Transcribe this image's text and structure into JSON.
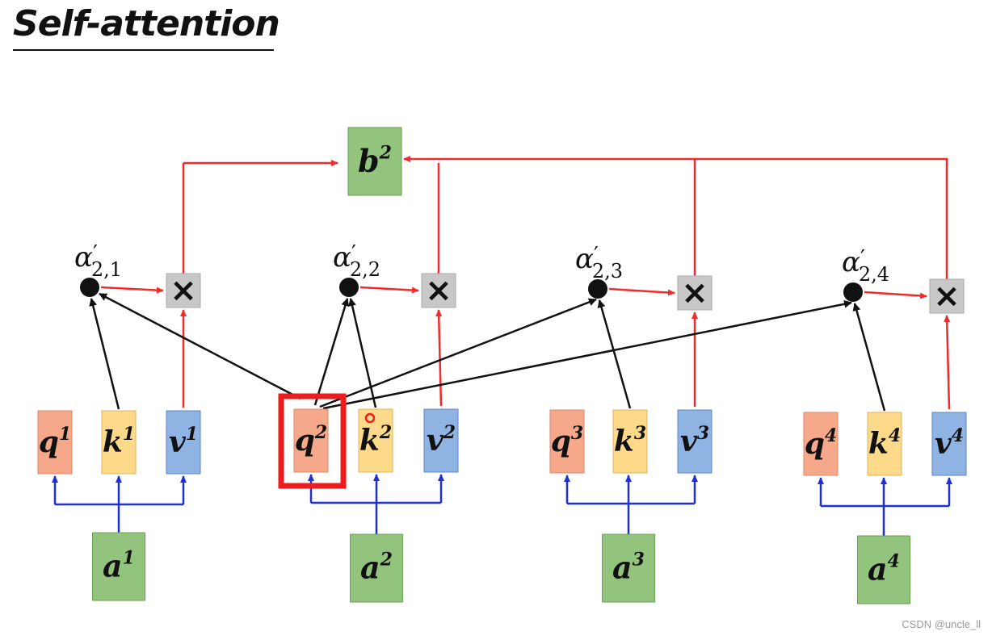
{
  "title": "Self-attention",
  "watermark": "CSDN @uncle_ll",
  "output": {
    "base": "b",
    "sup": "2"
  },
  "groups": [
    {
      "q": "q",
      "k": "k",
      "v": "v",
      "a": "a",
      "sup": "1",
      "alpha_base": "α",
      "alpha_prime": "′",
      "alpha_sub": "2,1",
      "multiply": "×"
    },
    {
      "q": "q",
      "k": "k",
      "v": "v",
      "a": "a",
      "sup": "2",
      "alpha_base": "α",
      "alpha_prime": "′",
      "alpha_sub": "2,2",
      "multiply": "×"
    },
    {
      "q": "q",
      "k": "k",
      "v": "v",
      "a": "a",
      "sup": "3",
      "alpha_base": "α",
      "alpha_prime": "′",
      "alpha_sub": "2,3",
      "multiply": "×"
    },
    {
      "q": "q",
      "k": "k",
      "v": "v",
      "a": "a",
      "sup": "4",
      "alpha_base": "α",
      "alpha_prime": "′",
      "alpha_sub": "2,4",
      "multiply": "×"
    }
  ],
  "highlighted_query": "q2",
  "colors": {
    "query": "#f5a98a",
    "key": "#fdd98a",
    "value": "#8fb4e3",
    "input": "#93c47d",
    "output": "#93c47d",
    "multiply_box": "#c8c8c8",
    "blue_arrow": "#1f2fd6",
    "red_arrow": "#ef2b2b",
    "black_arrow": "#111111",
    "highlight": "#ee1c1c"
  }
}
